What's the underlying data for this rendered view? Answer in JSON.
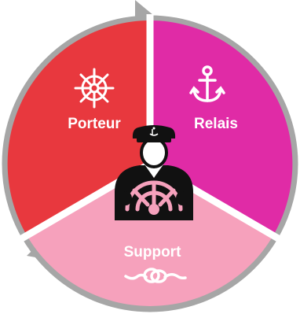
{
  "colors": {
    "background": "#ffffff",
    "ring": "#a6a6a6",
    "gap": "#ffffff",
    "porteur": "#e8383e",
    "relais": "#e02ba6",
    "support": "#f6a1bc",
    "captain": "#111111",
    "accent": "#f6a1bc"
  },
  "segments": [
    {
      "id": "porteur",
      "label": "Porteur",
      "icon": "ship-wheel-icon"
    },
    {
      "id": "relais",
      "label": "Relais",
      "icon": "anchor-icon"
    },
    {
      "id": "support",
      "label": "Support",
      "icon": "rope-knot-icon"
    }
  ],
  "center": {
    "icon": "captain-icon"
  }
}
